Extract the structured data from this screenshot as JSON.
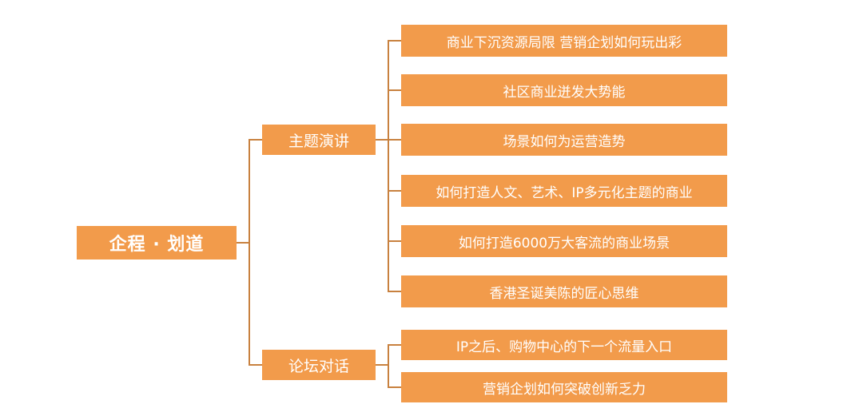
{
  "root": {
    "label": "企程 · 划道"
  },
  "branches": [
    {
      "label": "主题演讲",
      "items": [
        "商业下沉资源局限 营销企划如何玩出彩",
        "社区商业迸发大势能",
        "场景如何为运营造势",
        "如何打造人文、艺术、IP多元化主题的商业",
        "如何打造6000万大客流的商业场景",
        "香港圣诞美陈的匠心思维"
      ]
    },
    {
      "label": "论坛对话",
      "items": [
        "IP之后、购物中心的下一个流量入口",
        "营销企划如何突破创新乏力"
      ]
    }
  ],
  "colors": {
    "node_fill": "#f29b4b",
    "connector": "#c8813f",
    "text": "#ffffff"
  }
}
